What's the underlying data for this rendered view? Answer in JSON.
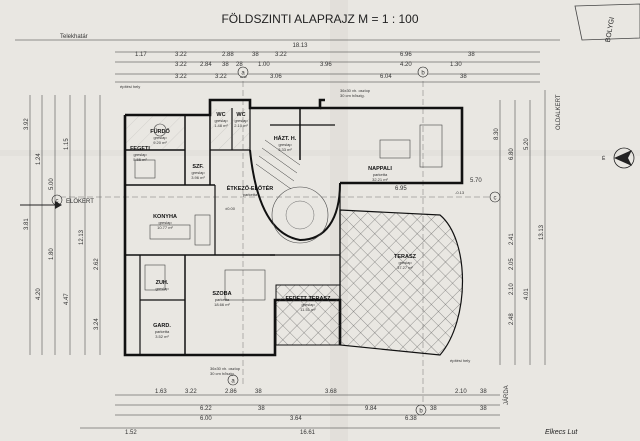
{
  "title": "FÖLDSZINTI ALAPRAJZ M = 1 : 100",
  "corner_note": "BOLYGI",
  "north_label": "É",
  "signature": "Elkecs Lut",
  "side_labels": {
    "top_left": "Telekhatár",
    "right": "OLDALKERT",
    "bottom_right": "JÁRDA",
    "left_entry": "ELÖKERT",
    "front_level": "építési hely",
    "back_level": "építési hely"
  },
  "top_dims": {
    "overall": "18.13",
    "row1": [
      "1.17",
      "3.22",
      "2.88",
      "38",
      "3.22",
      "6.96",
      "38"
    ],
    "row2": [
      "3.22",
      "2.84",
      "38",
      "28",
      "1.00",
      "3.96",
      "4.20",
      "1.30"
    ],
    "row3": [
      "3.22",
      "3.22",
      "38",
      "3.06",
      "6.04",
      "38"
    ]
  },
  "bottom_dims": {
    "row1": [
      "1.63",
      "3.22",
      "2.86",
      "38",
      "3.68",
      "2.10",
      "38"
    ],
    "row2": [
      "6.22",
      "38",
      "9.84",
      "38",
      "38"
    ],
    "row3": [
      "6.00",
      "3.64",
      "6.38"
    ],
    "overall": "16.61",
    "edge": "1.52"
  },
  "left_dims": [
    "3.92",
    "1.24",
    "5.00",
    "1.15",
    "3.81",
    "12.13",
    "4.20",
    "4.47",
    "3.24",
    "2.62",
    "1.80"
  ],
  "right_dims": [
    "8.30",
    "6.80",
    "2.41",
    "2.05",
    "2.10",
    "2.48",
    "4.01",
    "13.13",
    "5.20"
  ],
  "grid_axes": [
    "a",
    "b",
    "c"
  ],
  "rooms": [
    {
      "name": "FÜRDŐ",
      "floor": "greslap",
      "area": "9.20 m²"
    },
    {
      "name": "FEGETI",
      "floor": "greslap",
      "area": "5.55 m²"
    },
    {
      "name": "SZF.",
      "floor": "greslap",
      "area": "3.96 m²"
    },
    {
      "name": "WC",
      "floor": "greslap",
      "area": "1.48 m²"
    },
    {
      "name": "WC",
      "floor": "greslap",
      "area": "2.10 m²"
    },
    {
      "name": "HÁZT. H.",
      "floor": "greslap",
      "area": "3.33 m²"
    },
    {
      "name": "NAPPALI",
      "floor": "parketta",
      "area": "32.21 m²"
    },
    {
      "name": "ÉTKEZŐ-ELŐTÉR",
      "floor": "parketta",
      "area": ""
    },
    {
      "name": "KONYHA",
      "floor": "greslap",
      "area": "10.77 m²"
    },
    {
      "name": "TERASZ",
      "floor": "greslap",
      "area": "37.27 m²"
    },
    {
      "name": "ZUH.",
      "floor": "greslap",
      "area": ""
    },
    {
      "name": "SZOBA",
      "floor": "parketta",
      "area": "18.66 m²"
    },
    {
      "name": "GARD.",
      "floor": "parketta",
      "area": "3.52 m²"
    },
    {
      "name": "FEDETT TERASZ",
      "floor": "greslap",
      "area": "11.51 m²"
    }
  ],
  "notes": {
    "window": "36x30 vh. oszlop",
    "column": "30 cm hőszig.",
    "level_a": "±0.00",
    "level_b": "-0.13",
    "stair": "6.95",
    "elev": "5.70"
  },
  "colors": {
    "paper": "#e9e7e2",
    "ink": "#222222",
    "hatch": "#555555"
  }
}
